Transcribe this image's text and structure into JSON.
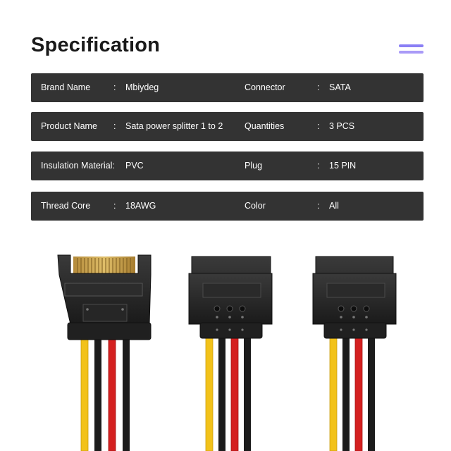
{
  "title": "Specification",
  "specs": [
    {
      "k1": "Brand Name",
      "v1": "Mbiydeg",
      "k2": "Connector",
      "v2": "SATA"
    },
    {
      "k1": "Product Name",
      "v1": "Sata power splitter 1 to 2",
      "k2": "Quantities",
      "v2": "3 PCS"
    },
    {
      "k1": "Insulation Material:",
      "v1": "PVC",
      "k2": "Plug",
      "v2": "15 PIN"
    },
    {
      "k1": "Thread Core",
      "v1": "18AWG",
      "k2": "Color",
      "v2": "All"
    }
  ],
  "separator": ":",
  "colors": {
    "row_bg": "#333333",
    "menu_accent": "#8a7ff5",
    "wire_yellow": "#f2c21a",
    "wire_red": "#d42020",
    "wire_black": "#1c1c1c"
  }
}
